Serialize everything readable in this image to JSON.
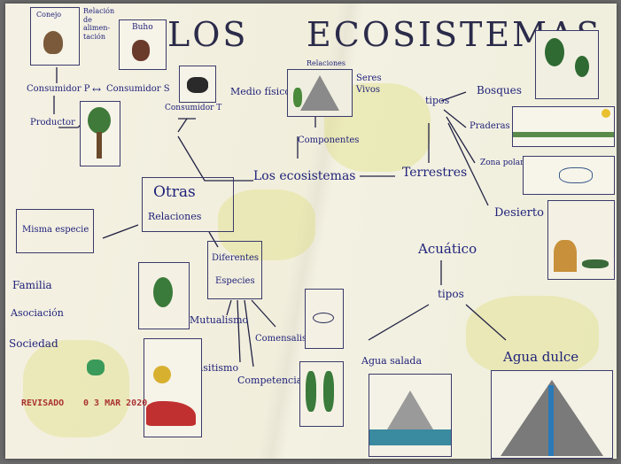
{
  "title": {
    "part1": "LOS",
    "part2": "ECOSISTEMAS"
  },
  "top_left": {
    "conejo": "Conejo",
    "relacion": "Relación de alimen- tación",
    "buho": "Buho",
    "consumidor_p": "Consumidor P",
    "consumidor_s": "Consumidor S",
    "productor": "Productor",
    "consumidor_t": "Consumidor T",
    "arrow_label": "↔"
  },
  "center_top": {
    "medio_fisico": "Medio físico",
    "relaciones": "Relaciones",
    "seres_vivos": "Seres Vivos",
    "componentes": "Componentes"
  },
  "center": {
    "los_ecosistemas": "Los ecosistemas"
  },
  "terrestres": {
    "label": "Terrestres",
    "tipos": "tipos",
    "bosques": "Bosques",
    "praderas": "Praderas",
    "zona_polar": "Zona polar",
    "desierto": "Desierto"
  },
  "otras": {
    "title": "Otras",
    "relaciones": "Relaciones",
    "misma_especie": "Misma especie",
    "familia": "Familia",
    "asociacion": "Asociación",
    "sociedad": "Sociedad",
    "diferentes": "Diferentes",
    "especies": "Especies",
    "mutualismo": "Mutualismo",
    "comensalismo": "Comensalismo",
    "parasitismo": "Parasitismo",
    "competencia": "Competencia"
  },
  "acuatico": {
    "label": "Acuático",
    "tipos": "tipos",
    "agua_salada": "Agua salada",
    "agua_dulce": "Agua dulce"
  },
  "stamp": {
    "revisado": "REVISADO",
    "date": "0 3 MAR 2020"
  },
  "colors": {
    "ink": "#20227a",
    "stamp": "#aa3333",
    "paper": "#f2efdf"
  }
}
